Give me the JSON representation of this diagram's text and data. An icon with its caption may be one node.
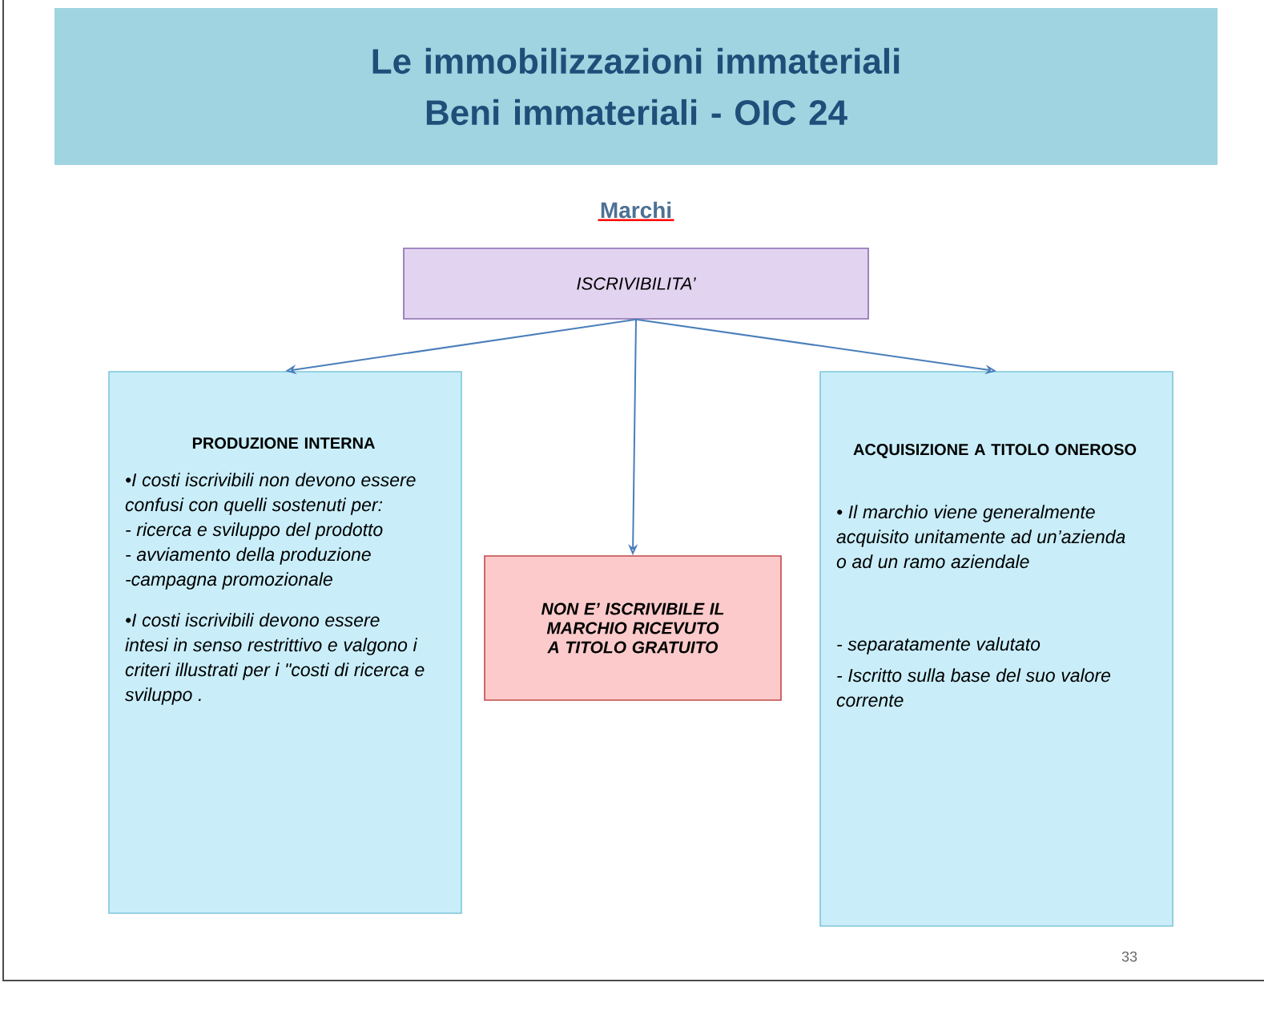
{
  "diagram": {
    "nodes": [
      {
        "text": [
          "Le immobilizzazioni immateriali",
          "Beni immateriali - OIC 24"
        ]
      },
      {
        "text": [
          "ISCRIVIBILITA’"
        ]
      },
      {
        "text": [
          "PRODUZIONE INTERNA",
          "•I costi iscrivibili non devono essere confusi con quelli sostenuti per:",
          "- ricerca e sviluppo del prodotto",
          "- avviamento della produzione",
          "-campagna promozionale",
          "•I costi iscrivibili devono essere intesi in senso restrittivo e valgono i criteri illustrati per i \"costi di ricerca e sviluppo ."
        ]
      },
      {
        "text": [
          "NON E’ ISCRIVIBILE IL MARCHIO RICEVUTO A TITOLO GRATUITO"
        ]
      },
      {
        "text": [
          "ACQUISIZIONE A TITOLO ONEROSO",
          "• Il marchio viene generalmente acquisito unitamente ad un’azienda o ad un ramo aziendale",
          "- separatamente valutato",
          "- Iscritto sulla base del suo valore corrente"
        ]
      }
    ],
    "edges": [
      {
        "from": 1,
        "to": 2,
        "arrow": "to"
      },
      {
        "from": 1,
        "to": 3,
        "arrow": "to"
      },
      {
        "from": 1,
        "to": 4,
        "arrow": "to"
      }
    ],
    "labels": [
      "Marchi",
      "33"
    ]
  }
}
